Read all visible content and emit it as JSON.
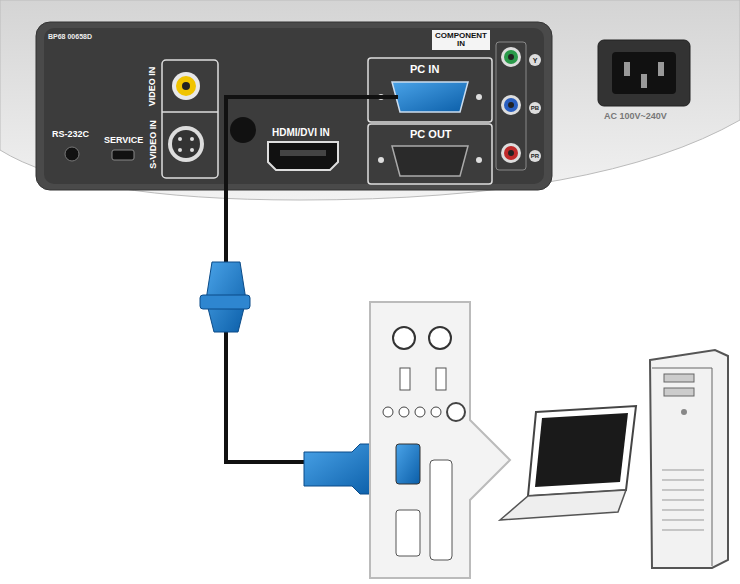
{
  "diagram": {
    "labels": [
      "BP68 00658D",
      "VIDEO IN",
      "S-VIDEO IN",
      "RS-232C",
      "SERVICE",
      "HDMI/DVI IN",
      "PC IN",
      "PC OUT",
      "COMPONENT IN",
      "Y",
      "PB",
      "PR",
      "AC 100V~240V"
    ]
  }
}
